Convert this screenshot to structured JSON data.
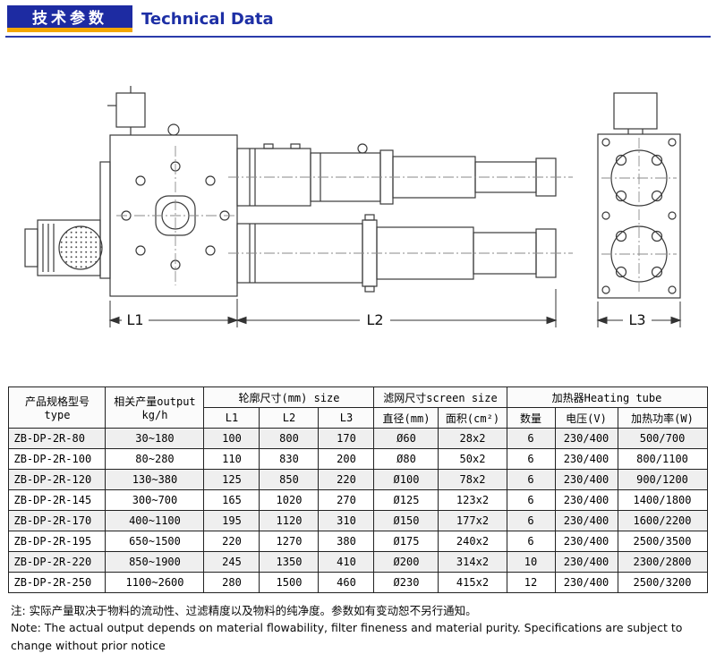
{
  "header": {
    "title_cn": "技术参数",
    "title_en": "Technical Data"
  },
  "diagram": {
    "dim_l1": "L1",
    "dim_l2": "L2",
    "dim_l3": "L3"
  },
  "table": {
    "headers": {
      "type_line1": "产品规格型号",
      "type_line2": "type",
      "output_line1": "相关产量output",
      "output_line2": "kg/h",
      "size_group": "轮廓尺寸(mm) size",
      "l1": "L1",
      "l2": "L2",
      "l3": "L3",
      "screen_group": "滤网尺寸screen size",
      "diameter": "直径(mm)",
      "area": "面积(cm²)",
      "heating_group": "加热器Heating tube",
      "qty": "数量",
      "voltage": "电压(V)",
      "power": "加热功率(W)"
    },
    "rows": [
      {
        "type": "ZB-DP-2R-80",
        "output": "30~180",
        "l1": "100",
        "l2": "800",
        "l3": "170",
        "diameter": "Ø60",
        "area": "28x2",
        "qty": "6",
        "voltage": "230/400",
        "power": "500/700"
      },
      {
        "type": "ZB-DP-2R-100",
        "output": "80~280",
        "l1": "110",
        "l2": "830",
        "l3": "200",
        "diameter": "Ø80",
        "area": "50x2",
        "qty": "6",
        "voltage": "230/400",
        "power": "800/1100"
      },
      {
        "type": "ZB-DP-2R-120",
        "output": "130~380",
        "l1": "125",
        "l2": "850",
        "l3": "220",
        "diameter": "Ø100",
        "area": "78x2",
        "qty": "6",
        "voltage": "230/400",
        "power": "900/1200"
      },
      {
        "type": "ZB-DP-2R-145",
        "output": "300~700",
        "l1": "165",
        "l2": "1020",
        "l3": "270",
        "diameter": "Ø125",
        "area": "123x2",
        "qty": "6",
        "voltage": "230/400",
        "power": "1400/1800"
      },
      {
        "type": "ZB-DP-2R-170",
        "output": "400~1100",
        "l1": "195",
        "l2": "1120",
        "l3": "310",
        "diameter": "Ø150",
        "area": "177x2",
        "qty": "6",
        "voltage": "230/400",
        "power": "1600/2200"
      },
      {
        "type": "ZB-DP-2R-195",
        "output": "650~1500",
        "l1": "220",
        "l2": "1270",
        "l3": "380",
        "diameter": "Ø175",
        "area": "240x2",
        "qty": "6",
        "voltage": "230/400",
        "power": "2500/3500"
      },
      {
        "type": "ZB-DP-2R-220",
        "output": "850~1900",
        "l1": "245",
        "l2": "1350",
        "l3": "410",
        "diameter": "Ø200",
        "area": "314x2",
        "qty": "10",
        "voltage": "230/400",
        "power": "2300/2800"
      },
      {
        "type": "ZB-DP-2R-250",
        "output": "1100~2600",
        "l1": "280",
        "l2": "1500",
        "l3": "460",
        "diameter": "Ø230",
        "area": "415x2",
        "qty": "12",
        "voltage": "230/400",
        "power": "2500/3200"
      }
    ]
  },
  "notes": {
    "cn": "注: 实际产量取决于物料的流动性、过滤精度以及物料的纯净度。参数如有变动恕不另行通知。",
    "en": "Note: The actual output depends on material flowability, filter fineness and material purity. Specifications are subject to change without prior notice"
  }
}
